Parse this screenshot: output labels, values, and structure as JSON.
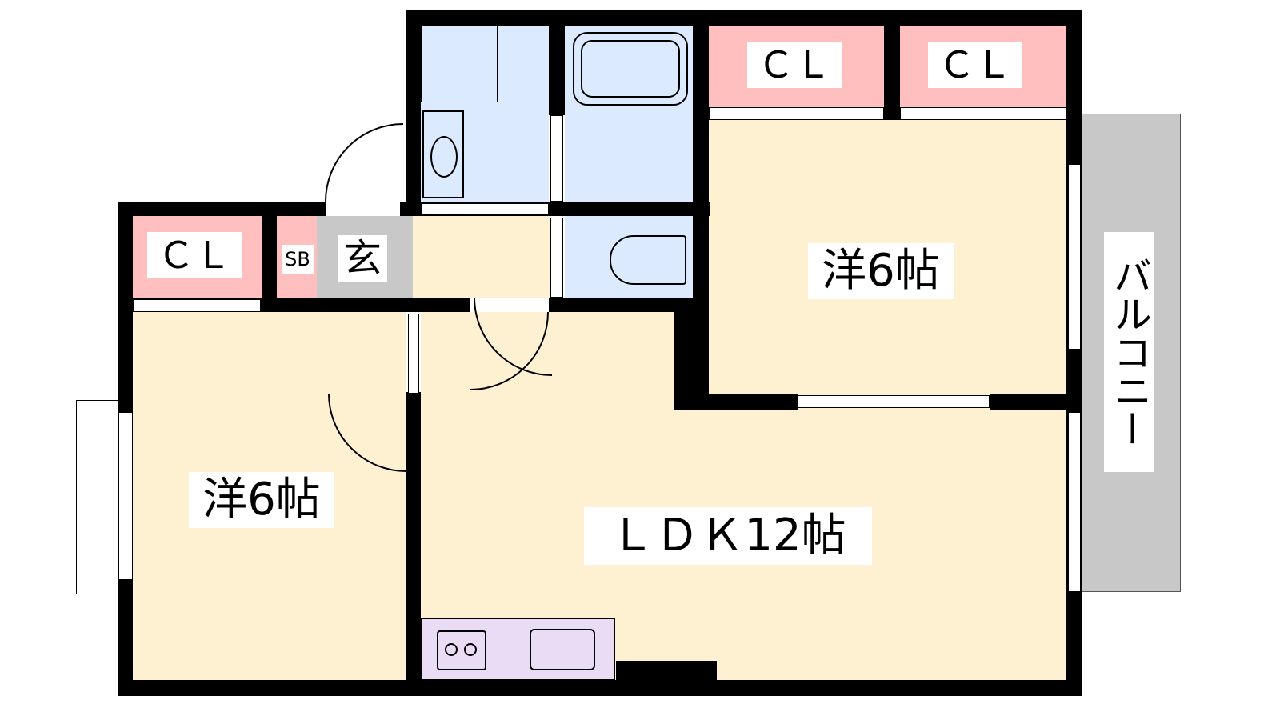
{
  "rooms": {
    "closet_top_left": "ＣＬ",
    "closet_top_right": "ＣＬ",
    "closet_left": "ＣＬ",
    "shoe_box": "SB",
    "entrance": "玄",
    "western_room_right": "洋6帖",
    "western_room_left": "洋6帖",
    "ldk": "ＬＤＫ12帖",
    "balcony": "バルコニー"
  },
  "colors": {
    "wall": "#000000",
    "room": "#fdf1d2",
    "closet": "#ffbfbf",
    "wet_area": "#dbeafe",
    "entrance": "#c8c8c8",
    "kitchen": "#ebdcf5",
    "balcony": "#c8c8c8"
  }
}
